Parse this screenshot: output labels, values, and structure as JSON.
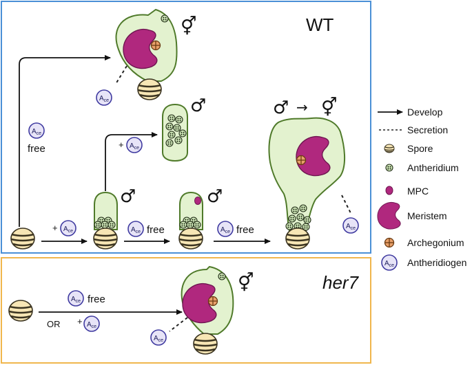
{
  "panels": {
    "wt": {
      "title": "WT",
      "border_color": "#4a8fd6"
    },
    "her7": {
      "title": "her7",
      "border_color": "#f0b64c"
    }
  },
  "symbols": {
    "hermaphrodite": "⚥",
    "male": "♂",
    "arrow": "→"
  },
  "labels": {
    "free": "free",
    "plus": "+",
    "or": "OR",
    "ace_main": "A",
    "ace_sub": "ce"
  },
  "legend": [
    {
      "key": "develop",
      "label": "Develop",
      "icon": "arrow"
    },
    {
      "key": "secretion",
      "label": "Secretion",
      "icon": "dashed-line"
    },
    {
      "key": "spore",
      "label": "Spore",
      "icon": "spore"
    },
    {
      "key": "antheridium",
      "label": "Antheridium",
      "icon": "antheridium"
    },
    {
      "key": "mpc",
      "label": "MPC",
      "icon": "mpc"
    },
    {
      "key": "meristem",
      "label": "Meristem",
      "icon": "meristem"
    },
    {
      "key": "archegonium",
      "label": "Archegonium",
      "icon": "archegonium"
    },
    {
      "key": "antheridiogen",
      "label": "Antheridiogen",
      "icon": "antheridiogen"
    }
  ],
  "colors": {
    "gametophyte_fill": "#e3f2cf",
    "gametophyte_stroke": "#4f7a2a",
    "meristem": "#b0287e",
    "spore_fill": "#f7e6b5",
    "spore_stripe": "#3a3320",
    "archegonium": "#e8a06a",
    "ace_fill": "#e7e4f7",
    "ace_stroke": "#3f3aa0"
  }
}
